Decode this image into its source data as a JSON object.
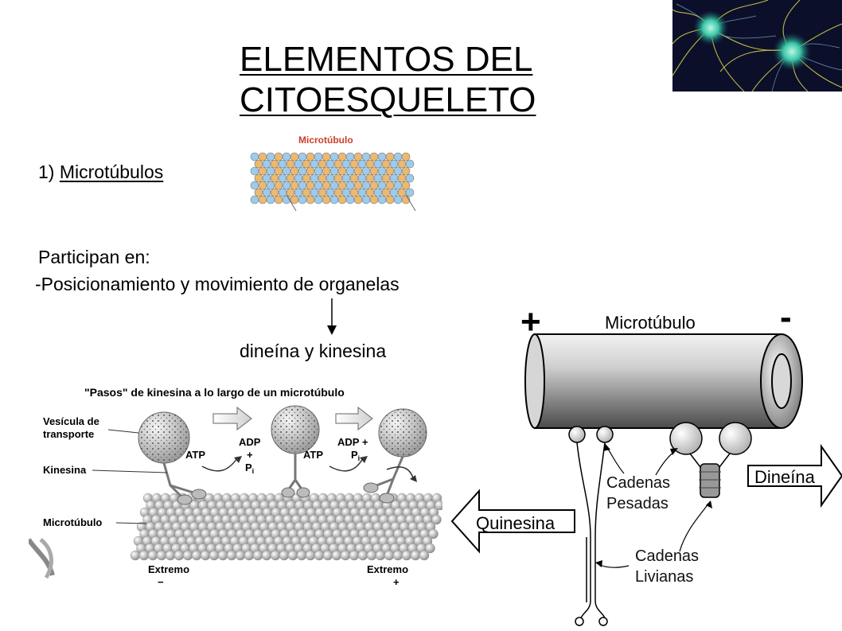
{
  "slide": {
    "title_line_1": "ELEMENTOS DEL",
    "title_line_2": "CITOESQUELETO",
    "item_number": "1)",
    "item_name": "Microtúbulos",
    "participate_label": "Participan en:",
    "bullet_1": "-Posicionamiento y movimiento de organelas",
    "motor_proteins": "dineína y kinesina"
  },
  "small_figure": {
    "label": "Microtúbulo",
    "label_color": "#c8402c",
    "dimer_colors": [
      "#9fcbe8",
      "#f0b86a"
    ]
  },
  "left_figure": {
    "caption": "\"Pasos\" de kinesina a lo largo de un microtúbulo",
    "vesicle_label_1": "Vesícula de",
    "vesicle_label_2": "transporte",
    "kinesin_label": "Kinesina",
    "microtubule_label": "Microtúbulo",
    "atp_1": "ATP",
    "atp_2": "ATP",
    "adp_1": "ADP",
    "adp_2": "ADP +",
    "plus": "+",
    "pi": "P",
    "pi_sub": "i",
    "end_1_label": "Extremo",
    "end_1_sign": "−",
    "end_2_label": "Extremo",
    "end_2_sign": "+"
  },
  "right_figure": {
    "plus_sign": "+",
    "minus_sign": "-",
    "microtubule_label": "Microtúbulo",
    "dynein_label": "Dineína",
    "kinesin_label": "Quinesina",
    "heavy_chains_1": "Cadenas",
    "heavy_chains_2": "Pesadas",
    "light_chains_1": "Cadenas",
    "light_chains_2": "Livianas"
  }
}
